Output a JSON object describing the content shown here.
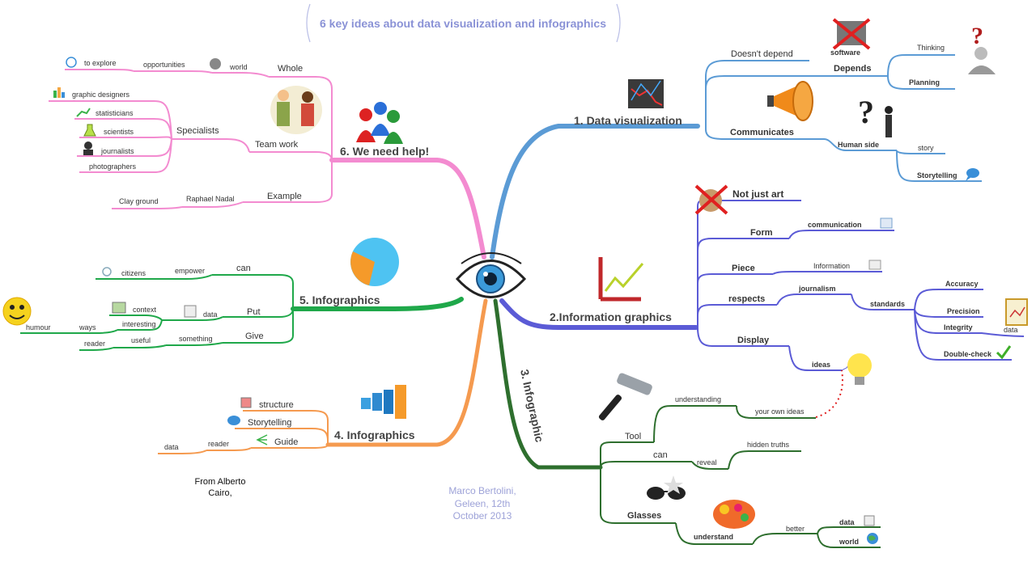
{
  "title": "6 key ideas about data visualization and infographics",
  "center_icon": "eye-icon",
  "branches": {
    "b1": {
      "label": "1. Data visualization",
      "color": "#5b9bd5",
      "items": {
        "doesnt_depend": "Doesn't depend",
        "software": "software",
        "depends": "Depends",
        "thinking": "Thinking",
        "planning": "Planning",
        "communicates": "Communicates",
        "human_side": "Human side",
        "story": "story",
        "storytelling": "Storytelling"
      }
    },
    "b2": {
      "label": "2.Information graphics",
      "color": "#5b5bd6",
      "items": {
        "not_just_art": "Not just art",
        "form": "Form",
        "communication": "communication",
        "piece": "Piece",
        "information": "Information",
        "respects": "respects",
        "journalism": "journalism",
        "standards": "standards",
        "accuracy": "Accuracy",
        "precision": "Precision",
        "integrity": "Integrity",
        "data": "data",
        "double_check": "Double-check",
        "display": "Display",
        "ideas": "ideas"
      }
    },
    "b3": {
      "label": "3. Infographic",
      "color": "#2e6f2e",
      "items": {
        "tool": "Tool",
        "understanding": "understanding",
        "your_own_ideas": "your own ideas",
        "can": "can",
        "reveal": "reveal",
        "hidden_truths": "hidden truths",
        "glasses": "Glasses",
        "understand": "understand",
        "better": "better",
        "data": "data",
        "world": "world"
      }
    },
    "b4": {
      "label": "4. Infographics",
      "color": "#f59a4f",
      "items": {
        "structure": "structure",
        "storytelling": "Storytelling",
        "guide": "Guide",
        "reader": "reader",
        "data": "data"
      }
    },
    "b5": {
      "label": "5. Infographics",
      "color": "#1fa84a",
      "items": {
        "can": "can",
        "empower": "empower",
        "citizens": "citizens",
        "put": "Put",
        "data": "data",
        "context": "context",
        "interesting": "interesting",
        "ways": "ways",
        "humour": "humour",
        "give": "Give",
        "something": "something",
        "useful": "useful",
        "reader": "reader"
      }
    },
    "b6": {
      "label": "6. We need help!",
      "color": "#f38bd0",
      "items": {
        "whole": "Whole",
        "world": "world",
        "opportunities": "opportunities",
        "to_explore": "to explore",
        "specialists": "Specialists",
        "graphic_designers": "graphic designers",
        "statisticians": "statisticians",
        "scientists": "scientists",
        "journalists": "journalists",
        "photographers": "photographers",
        "team_work": "Team work",
        "example": "Example",
        "raphael_nadal": "Raphael Nadal",
        "clay_ground": "Clay ground"
      }
    }
  },
  "credit": {
    "line1": "Marco Bertolini,",
    "line2": "Geleen, 12th",
    "line3": "October 2013"
  },
  "source": {
    "line1": "From Alberto",
    "line2": "Cairo,"
  }
}
